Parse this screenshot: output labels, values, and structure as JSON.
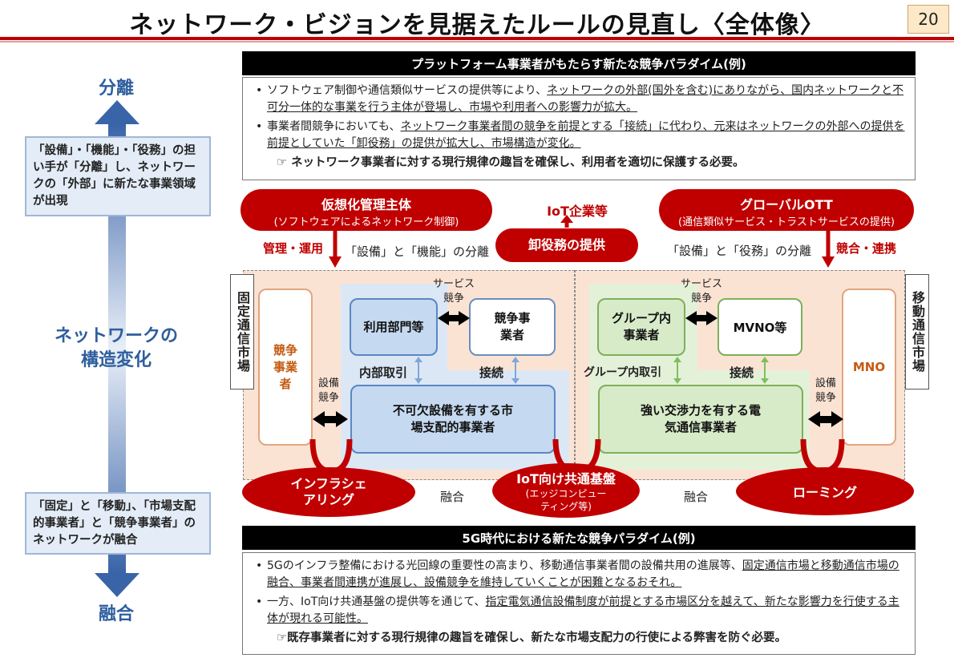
{
  "header": {
    "title": "ネットワーク・ビジョンを見据えたルールの見直し〈全体像〉",
    "page_number": "20"
  },
  "left": {
    "top_label": "分離",
    "top_box": "「設備」・「機能」・「役務」の担い手が「分離」し、ネットワークの「外部」に新たな事業領域が出現",
    "middle_label_1": "ネットワークの",
    "middle_label_2": "構造変化",
    "bottom_box": "「固定」と「移動」、「市場支配的事業者」と「競争事業者」のネットワークが融合",
    "bottom_label": "融合"
  },
  "top_section": {
    "bar": "プラットフォーム事業者がもたらす新たな競争パラダイム(例)",
    "b1_pre": "ソフトウェア制御や通信類似サービスの提供等により、",
    "b1_ul": "ネットワークの外部(国外を含む)にありながら、国内ネットワークと不可分一体的な事業を行う主体が登場し、市場や利用者への影響力が拡大。",
    "b2_pre": "事業者間競争においても、",
    "b2_ul": "ネットワーク事業者間の競争を前提とする「接続」に代わり、元来はネットワークの外部への提供を前提としていた「卸役務」の提供が拡大し、市場構造が変化。",
    "note_icon": "☞",
    "note": "ネットワーク事業者に対する現行規律の趣旨を確保し、利用者を適切に保護する必要。"
  },
  "diagram": {
    "virtual_title": "仮想化管理主体",
    "virtual_sub": "(ソフトウェアによるネットワーク制御)",
    "iot_company": "IoT企業等",
    "wholesale": "卸役務の提供",
    "ott_title": "グローバルOTT",
    "ott_sub": "(通信類似サービス・トラストサービスの提供)",
    "mgmt": "管理・運用",
    "sep_left": "「設備」と「機能」の分離",
    "sep_right": "「設備」と「役務」の分離",
    "compete_collab": "競合・連携",
    "fixed_market": "固定通信市場",
    "mobile_market": "移動通信市場",
    "competitor_left": "競争事業者",
    "service_compete": "サービス競争",
    "user_dept": "利用部門等",
    "competitor": "競争事業者",
    "internal_trade": "内部取引",
    "connection": "接続",
    "facility_compete": "設備競争",
    "dominant": "不可欠設備を有する市場支配的事業者",
    "group_member": "グループ内事業者",
    "mvno": "MVNO等",
    "mno": "MNO",
    "group_trade": "グループ内取引",
    "strong_telecom": "強い交渉力を有する電気通信事業者",
    "infra_sharing": "インフラシェアリング",
    "fusion": "融合",
    "iot_platform": "IoT向け共通基盤",
    "iot_platform_sub": "(エッジコンピューティング等)",
    "roaming": "ローミング"
  },
  "bottom_section": {
    "bar": "5G時代における新たな競争パラダイム(例)",
    "b1_pre": "5Gのインフラ整備における光回線の重要性の高まり、移動通信事業者間の設備共用の進展等、",
    "b1_ul": "固定通信市場と移動通信市場の融合、事業者間連携が進展し、設備競争を維持していくことが困難となるおそれ。",
    "b2_pre": "一方、IoT向け共通基盤の提供等を通じて、",
    "b2_ul": "指定電気通信設備制度が前提とする市場区分を越えて、新たな影響力を行使する主体が現れる可能性。",
    "note_icon": "☞",
    "note": "既存事業者に対する現行規律の趣旨を確保し、新たな市場支配力の行使による弊害を防ぐ必要。"
  },
  "colors": {
    "accent_red": "#c00000",
    "left_blue": "#2e5e9e",
    "box_blue": "#c5d9f0",
    "box_green": "#d7ebc8",
    "region_peach": "#fbe3d4"
  }
}
